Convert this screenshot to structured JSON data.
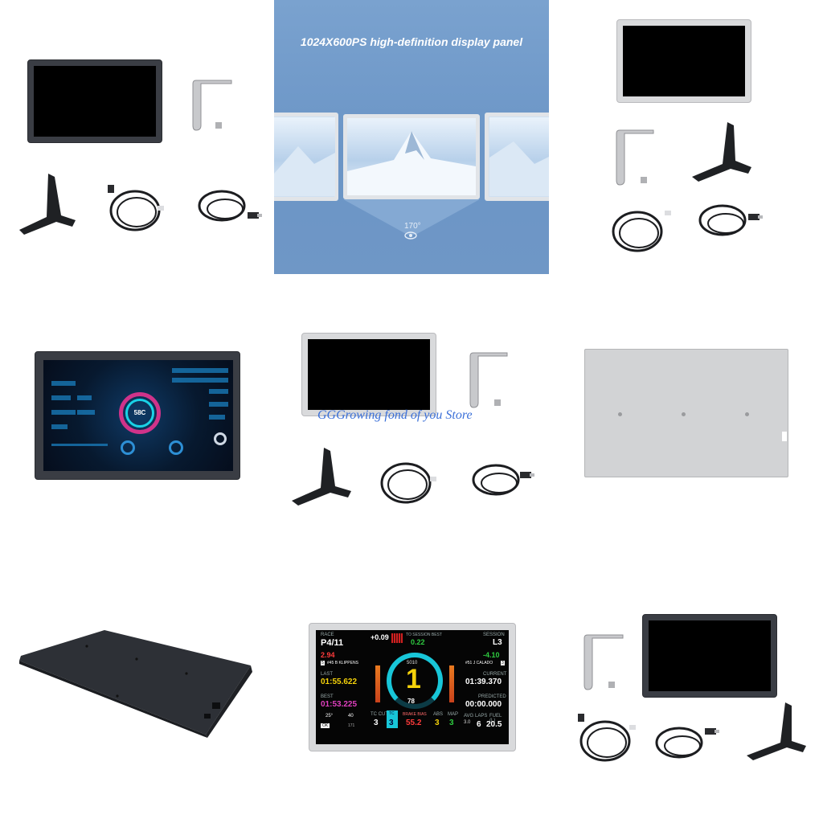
{
  "hero": {
    "title": "1024X600PS high-definition display panel",
    "viewing_angle": "170°"
  },
  "watermark": "GGGrowing fond of you Store",
  "race_screen": {
    "race_label": "RACE",
    "position": "P4/11",
    "delta_top": "+0.09",
    "to_session_best_label": "TO SESSION BEST",
    "to_session_best": "0.22",
    "session_label": "SESSION",
    "session": "L3",
    "gap_ahead": "2.94",
    "gap_behind": "-4.10",
    "driver_ahead_pos": "5",
    "driver_ahead": "#45 B KLIPPENS",
    "driver_behind": "#51 J CALADO",
    "driver_behind_pos": "3",
    "rpm": "5010",
    "gear": "1",
    "speed": "78",
    "last_label": "LAST",
    "last": "01:55.622",
    "current_label": "CURRENT",
    "current": "01:39.370",
    "best_label": "BEST",
    "best": "01:53.225",
    "predicted_label": "PREDICTED",
    "predicted": "00:00.000",
    "air_temp": "25°",
    "track_temp": "40",
    "ok_label": "OK",
    "bottom_sub": "171",
    "tc_cut_label": "TC CUT",
    "tc_cut": "3",
    "tc_label": "TC",
    "tc": "3",
    "brake_bias_label": "BRAKE BIAS",
    "brake_bias": "55.2",
    "abs_label": "ABS",
    "abs": "3",
    "map_label": "MAP",
    "map": "3",
    "avg_label": "AVG",
    "avg": "3.0",
    "laps_label": "LAPS",
    "laps": "6",
    "fuel_label": "FUEL (L)",
    "fuel": "20.5"
  },
  "dashboard_screen": {
    "center_value": "58C"
  },
  "colors": {
    "hero_bg": "#6f98c8",
    "dark_bezel": "#3a3d44",
    "silver_bezel": "#d9dadc",
    "race_green": "#2ecc40",
    "race_yellow": "#f5d20a",
    "race_red": "#ff3b3b",
    "race_magenta": "#e040c0",
    "race_cyan": "#18c6d8"
  }
}
